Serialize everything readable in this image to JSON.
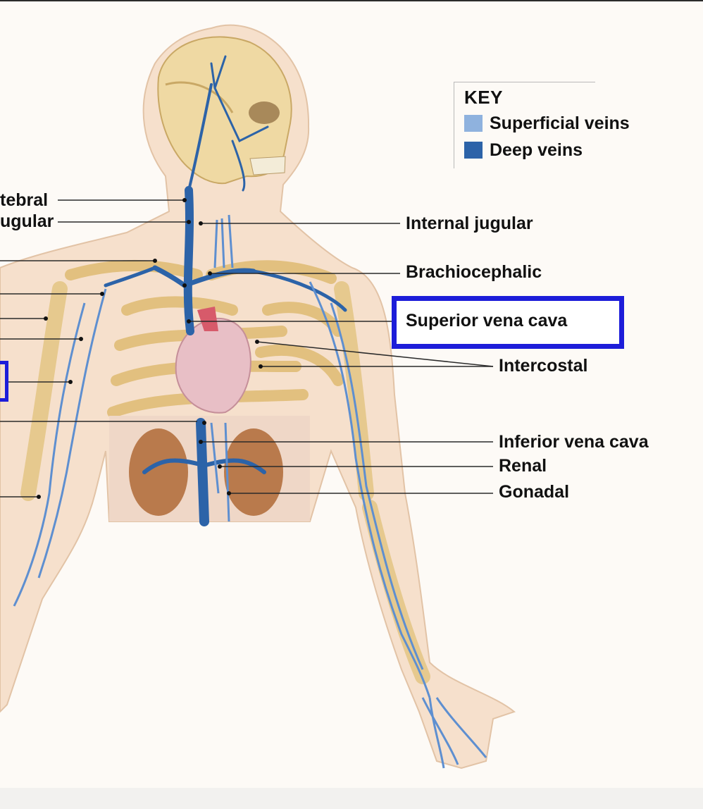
{
  "key": {
    "title": "KEY",
    "items": [
      {
        "label": "Superficial veins",
        "color": "#8fb2de"
      },
      {
        "label": "Deep veins",
        "color": "#2c63a8"
      }
    ]
  },
  "labels": {
    "vertebral_partial": "tebral",
    "external_jugular_partial": "ugular",
    "internal_jugular": "Internal jugular",
    "brachiocephalic": "Brachiocephalic",
    "superior_vena_cava": "Superior vena cava",
    "intercostal": "Intercostal",
    "inferior_vena_cava": "Inferior vena cava",
    "renal": "Renal",
    "gonadal": "Gonadal"
  },
  "highlight": {
    "selected_label": "superior_vena_cava",
    "color": "#1d1dd9"
  },
  "colors": {
    "vein": "#2c63a8",
    "skin": "#f6e0cc",
    "bone": "#e6c98e",
    "kidney": "#b97a4c",
    "heart": "#e8bfc6"
  }
}
